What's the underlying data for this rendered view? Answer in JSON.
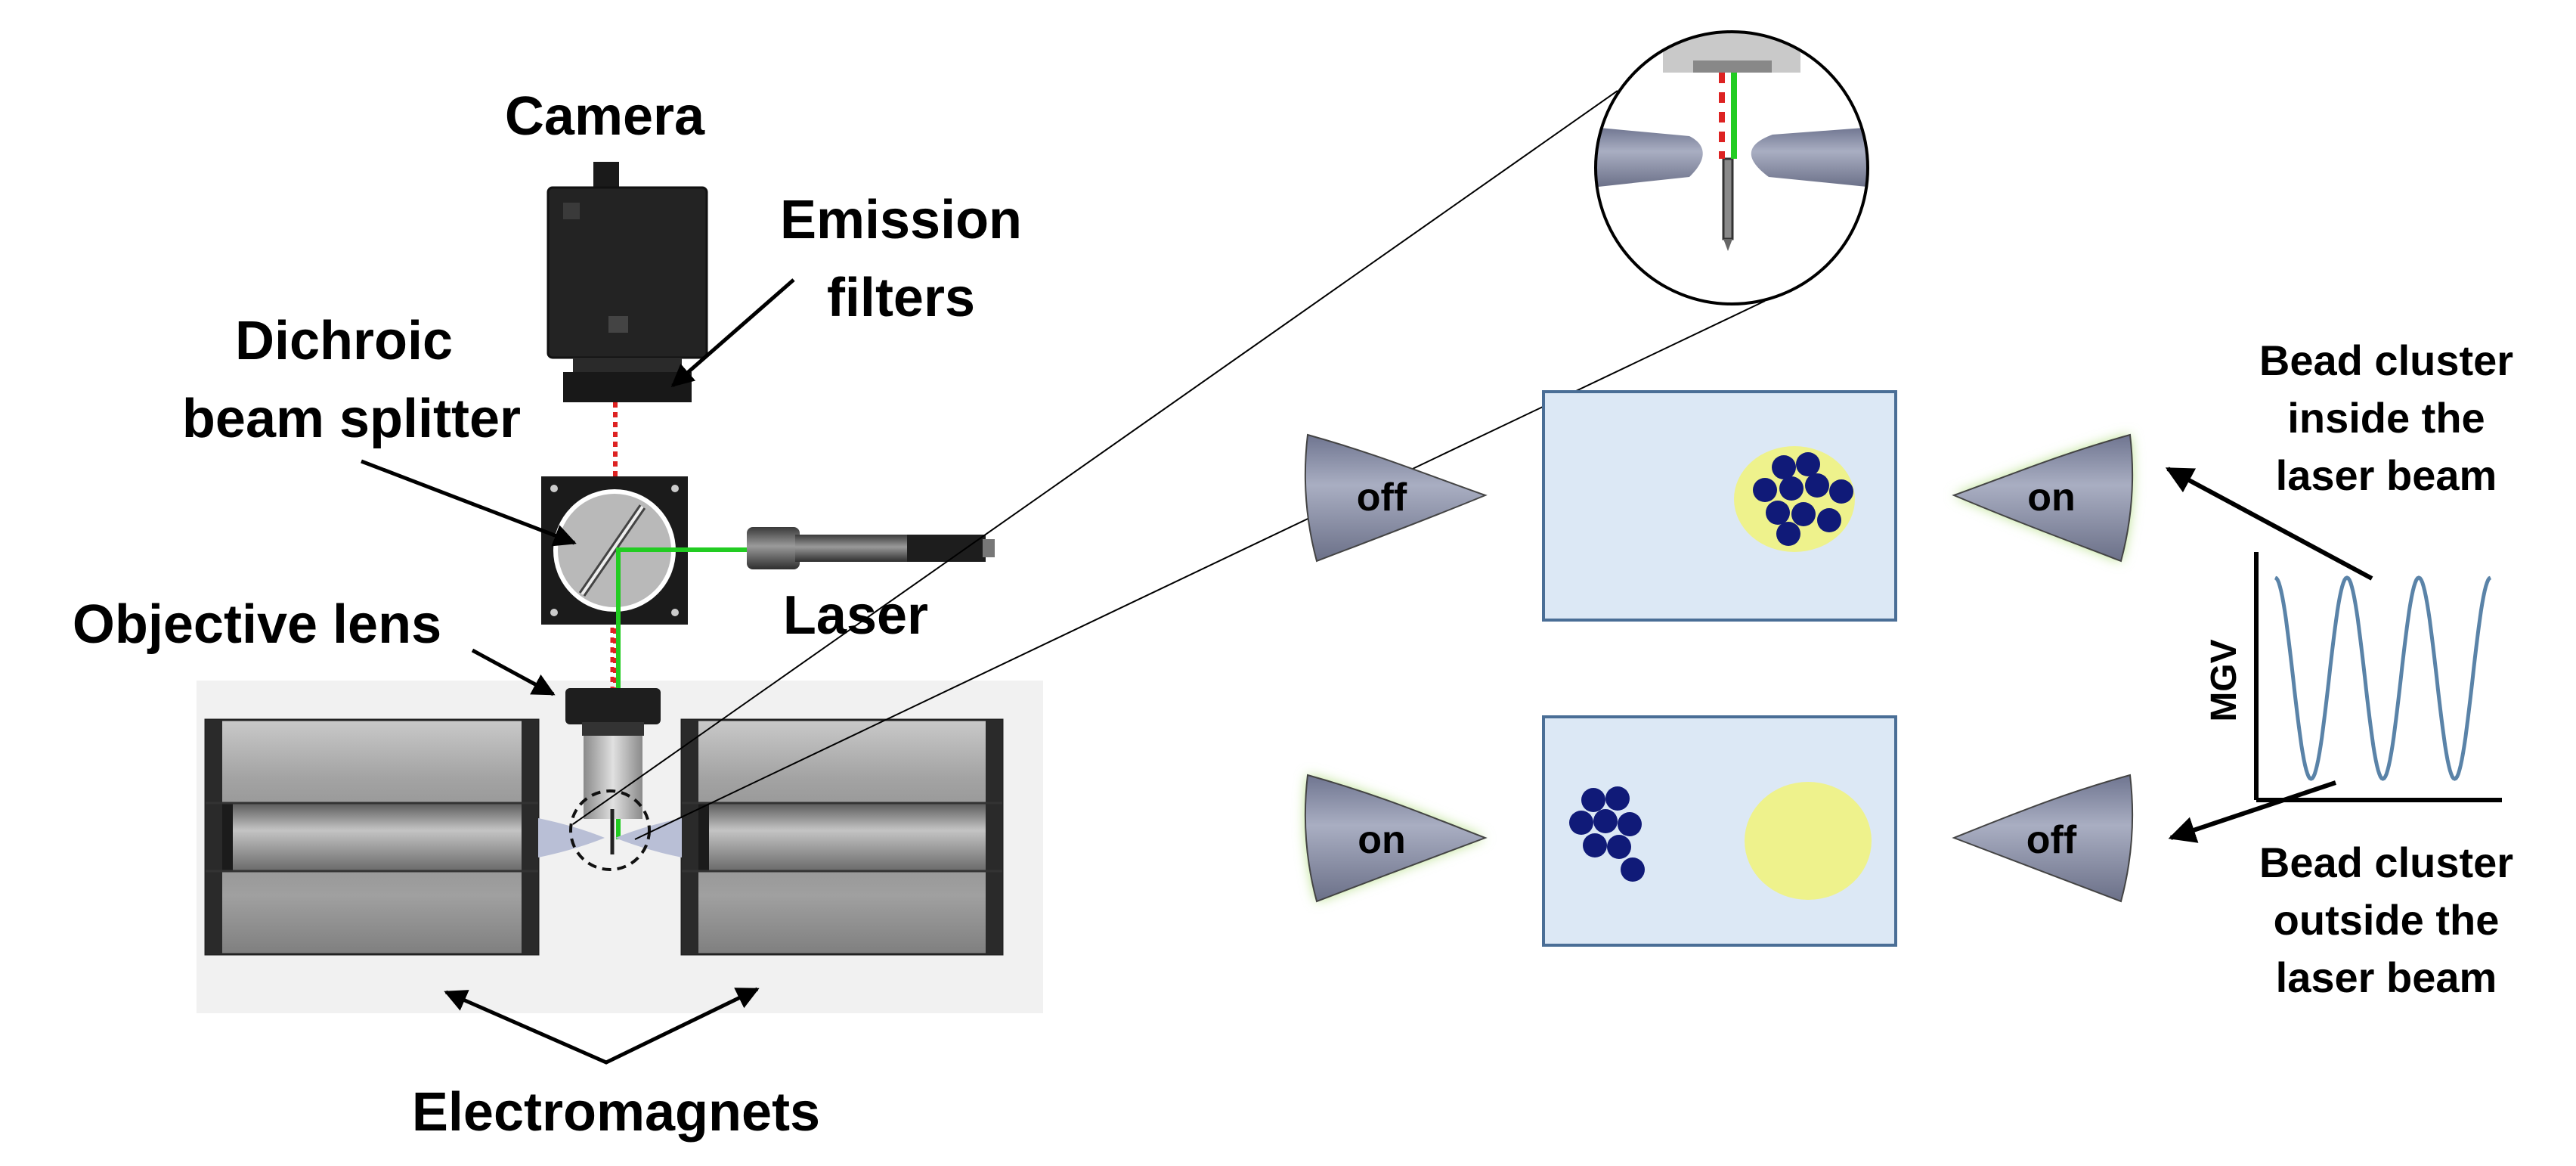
{
  "labels": {
    "camera": "Camera",
    "emission_filters": [
      "Emission",
      "filters"
    ],
    "dichroic": [
      "Dichroic",
      "beam splitter"
    ],
    "laser": "Laser",
    "objective": "Objective lens",
    "electromagnets": "Electromagnets"
  },
  "states": {
    "top": {
      "left_pole": "off",
      "right_pole": "on"
    },
    "bottom": {
      "left_pole": "on",
      "right_pole": "off"
    }
  },
  "annotations": {
    "inside": [
      "Bead cluster",
      "inside the",
      "laser beam"
    ],
    "outside": [
      "Bead cluster",
      "outside the",
      "laser beam"
    ]
  },
  "plot": {
    "ylabel": "MGV"
  },
  "colors": {
    "laser_green": "#22cc22",
    "emission_red": "#dd2222",
    "bead": "#101a78",
    "fluor_yellow": "#eef28c",
    "panel_fill": "#dce8f5",
    "panel_border": "#4a6e96",
    "pole_grey": "#8d93aa",
    "glow_green": "#b8e08a",
    "signal_blue": "#5a83a8"
  }
}
